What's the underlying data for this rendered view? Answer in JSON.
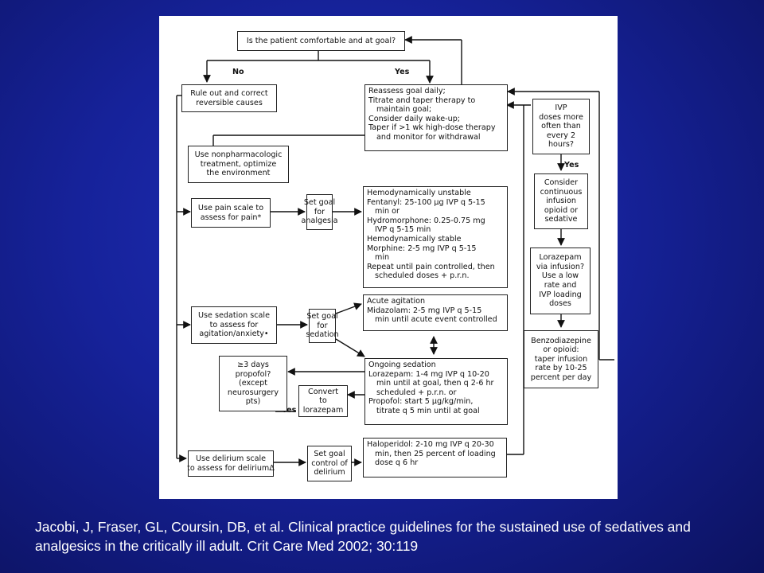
{
  "flowchart": {
    "q_goal": "Is the patient comfortable and at goal?",
    "label_no": "No",
    "label_yes_top": "Yes",
    "label_yes_right": "Yes",
    "label_yes_convert": "Yes",
    "rule_out": [
      "Rule out and correct",
      "reversible causes"
    ],
    "nonpharm": [
      "Use nonpharmacologic",
      "treatment, optimize",
      "the environment"
    ],
    "pain_scale": [
      "Use pain scale to",
      "assess for pain*"
    ],
    "goal_analgesia": [
      "Set goal",
      "for",
      "analgesia"
    ],
    "sedation_scale": [
      "Use sedation scale",
      "to assess for",
      "agitation/anxiety•"
    ],
    "goal_sedation": [
      "Set goal",
      "for",
      "sedation"
    ],
    "propofol_q": [
      "≥3 days",
      "propofol?",
      "(except",
      "neurosurgery",
      "pts)"
    ],
    "convert": [
      "Convert",
      "to",
      "lorazepam"
    ],
    "delirium_scale": [
      "Use delirium scale",
      "to assess for deliriumΔ"
    ],
    "goal_delirium": [
      "Set goal",
      "control of",
      "delirium"
    ],
    "reassess": [
      "Reassess goal daily;",
      "Titrate and taper therapy to",
      "maintain goal;",
      "Consider daily wake-up;",
      "Taper if >1 wk high-dose therapy",
      "and monitor for withdrawal"
    ],
    "hemo": [
      "Hemodynamically unstable",
      "Fentanyl: 25-100 µg IVP q 5-15",
      "min or",
      "Hydromorphone: 0.25-0.75 mg",
      "IVP q 5-15 min",
      "Hemodynamically stable",
      "Morphine: 2-5 mg IVP q 5-15",
      "min",
      "Repeat until pain controlled, then",
      "scheduled doses + p.r.n."
    ],
    "acute": [
      "Acute agitation",
      "Midazolam: 2-5 mg IVP q 5-15",
      "min until acute event controlled"
    ],
    "ongoing": [
      "Ongoing sedation",
      "Lorazepam: 1-4 mg IVP q 10-20",
      "min until at goal, then q 2-6 hr",
      "scheduled + p.r.n. or",
      "Propofol: start 5 µg/kg/min,",
      "titrate q 5 min until at goal"
    ],
    "haloperidol": [
      "Haloperidol: 2-10 mg IVP q 20-30",
      "min, then 25 percent of loading",
      "dose q 6 hr"
    ],
    "ivp_q": [
      "IVP",
      "doses more",
      "often than",
      "every 2",
      "hours?"
    ],
    "consider_cont": [
      "Consider",
      "continuous",
      "infusion",
      "opioid or",
      "sedative"
    ],
    "lorazepam_inf": [
      "Lorazepam",
      "via infusion?",
      "Use a low",
      "rate and",
      "IVP loading",
      "doses"
    ],
    "benzo_taper": [
      "Benzodiazepine",
      "or opioid:",
      "taper infusion",
      "rate by 10-25",
      "percent per day"
    ]
  },
  "caption": "Jacobi, J, Fraser, GL, Coursin, DB, et al. Clinical practice guidelines for the sustained use of sedatives and analgesics in the critically ill adult. Crit Care Med 2002; 30:119"
}
